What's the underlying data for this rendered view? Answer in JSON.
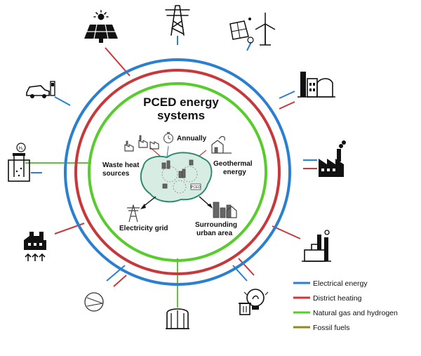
{
  "diagram": {
    "title_line1": "PCED energy",
    "title_line2": "systems",
    "inner_nodes": {
      "annually": "Annually",
      "waste_heat_line1": "Waste heat",
      "waste_heat_line2": "sources",
      "geothermal_line1": "Geothermal",
      "geothermal_line2": "energy",
      "electricity_grid": "Electricity grid",
      "surrounding_line1": "Surrounding",
      "surrounding_line2": "urban area"
    },
    "inner_map_label": "PCED"
  },
  "legend": {
    "items": [
      {
        "label": "Electrical energy",
        "color": "#2a7fd0"
      },
      {
        "label": "District heating",
        "color": "#c8383a"
      },
      {
        "label": "Natural gas and hydrogen",
        "color": "#57cc2c"
      },
      {
        "label": "Fossil fuels",
        "color": "#8f8a1e"
      }
    ]
  },
  "ring_colors": {
    "electrical": "#2a7fd0",
    "heating": "#c8383a",
    "gas": "#57cc2c"
  },
  "icons": {
    "solar_panel": "solar-panel-icon",
    "power_pylon": "power-pylon-icon",
    "solar_wind": "solar-and-wind-icon",
    "factory_silo": "factory-silo-icon",
    "industry": "industry-icon",
    "refinery": "refinery-icon",
    "waste_to_energy": "waste-to-energy-icon",
    "gas_tank": "gas-tank-icon",
    "heat_pump": "heat-pump-icon",
    "heat_plant": "heat-plant-icon",
    "hydrogen_electrolyzer": "hydrogen-electrolyzer-icon",
    "electric_car": "electric-car-icon"
  }
}
